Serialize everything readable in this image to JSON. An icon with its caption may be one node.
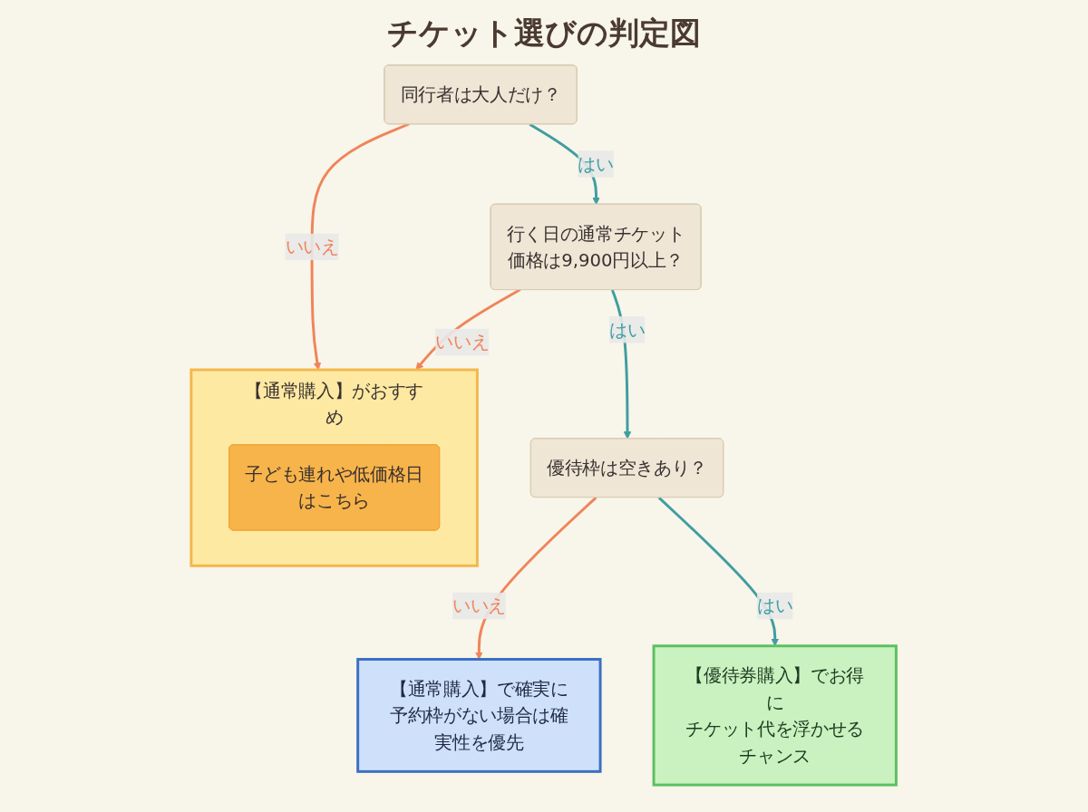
{
  "diagram": {
    "title": "チケット選びの判定図",
    "nodes": [
      {
        "text": [
          "同行者は大人だけ？"
        ]
      },
      {
        "text": [
          "行く日の通常チケット価格は9,900円以上？"
        ]
      },
      {
        "text": [
          "優待枠は空きあり？"
        ]
      },
      {
        "text": [
          "【通常購入】がおすすめ"
        ]
      },
      {
        "text": [
          "子ども連れや低価格日はこちら"
        ],
        "in": 3
      },
      {
        "text": [
          "【通常購入】で確実に",
          "予約枠がない場合は確実性を優先"
        ]
      },
      {
        "text": [
          "【優待券購入】でお得に",
          "チケット代を浮かせるチャンス"
        ]
      }
    ],
    "edges": [
      {
        "from": 0,
        "to": 3,
        "label": "いいえ",
        "arrow": "to",
        "color": "#f0845a"
      },
      {
        "from": 0,
        "to": 1,
        "label": "はい",
        "arrow": "to",
        "color": "#3f9ea0"
      },
      {
        "from": 1,
        "to": 3,
        "label": "いいえ",
        "arrow": "to",
        "color": "#f0845a"
      },
      {
        "from": 1,
        "to": 2,
        "label": "はい",
        "arrow": "to",
        "color": "#3f9ea0"
      },
      {
        "from": 2,
        "to": 5,
        "label": "いいえ",
        "arrow": "to",
        "color": "#f0845a"
      },
      {
        "from": 2,
        "to": 6,
        "label": "はい",
        "arrow": "to",
        "color": "#3f9ea0"
      }
    ]
  }
}
